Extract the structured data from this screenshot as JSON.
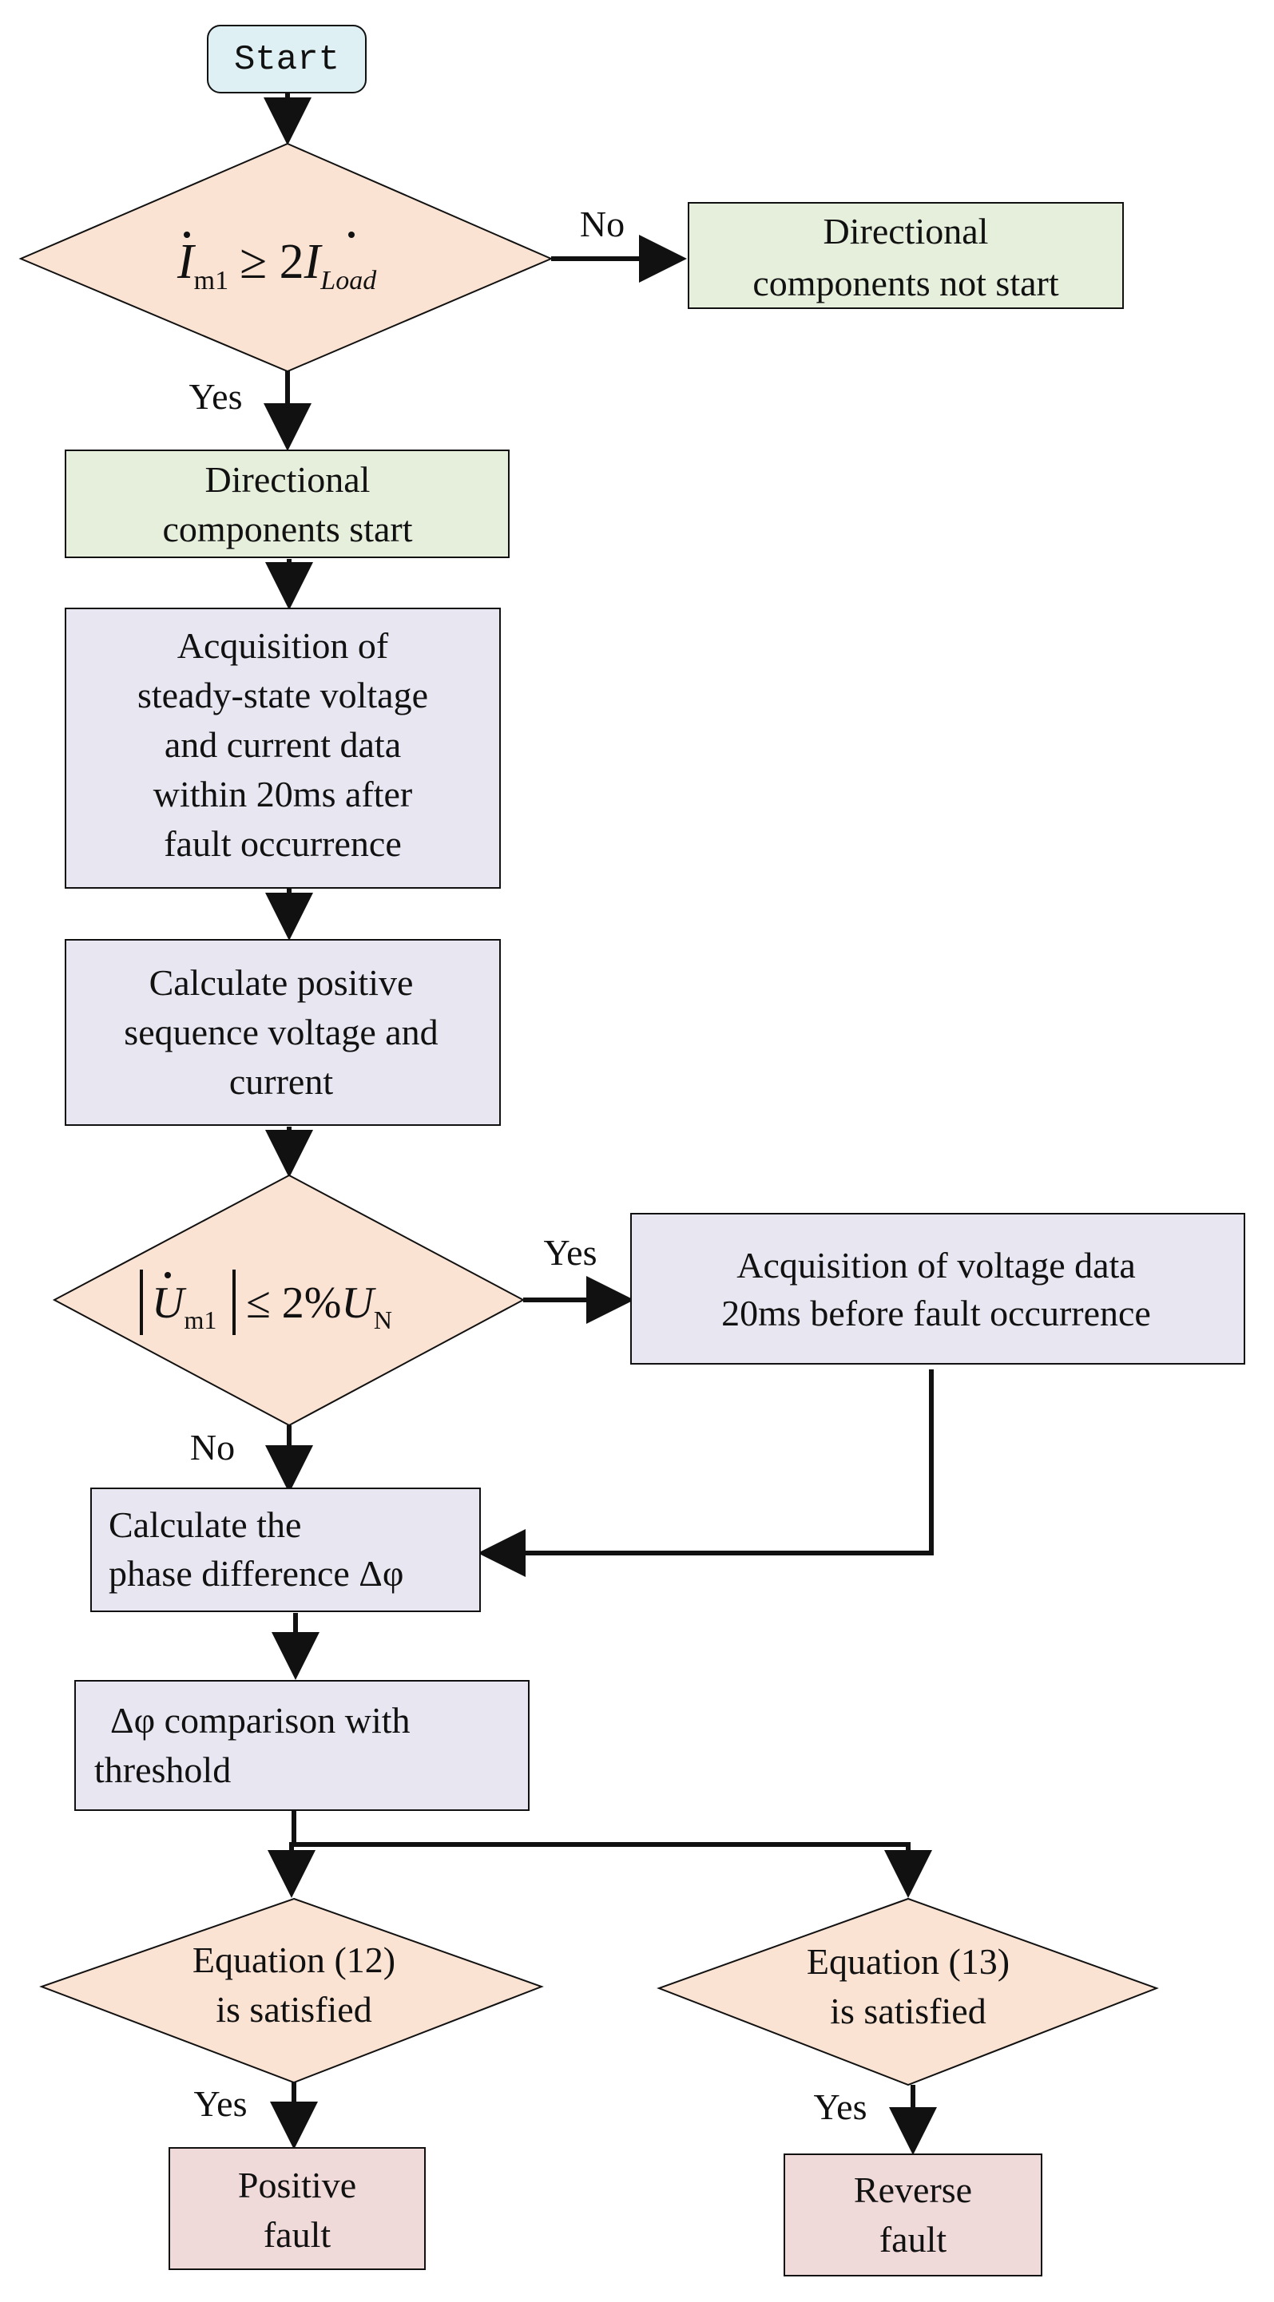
{
  "colors": {
    "terminal_fill": "#def0f4",
    "decision_fill": "#fbe3d3",
    "start_result_fill": "#e6efdc",
    "process_fill": "#e8e6f0",
    "fault_fill": "#f0d9d9",
    "line": "#111111"
  },
  "nodes": {
    "start": "Start",
    "d1": {
      "lhs": "I",
      "lhs_sub": "m1",
      "rel": "≥ 2",
      "rhs": "I",
      "rhs_sub": "Load"
    },
    "not_start": [
      "Directional",
      "components  not start"
    ],
    "comp_start": [
      "Directional",
      "components  start"
    ],
    "acq_steady": [
      "Acquisition of",
      "steady-state voltage",
      "and current data",
      "within 20ms after",
      "fault occurrence"
    ],
    "calc_pos": [
      "Calculate positive",
      "sequence voltage and",
      "current"
    ],
    "d2": {
      "var": "U",
      "sub": "m1",
      "rel": "≤ 2%",
      "un": "U",
      "un_sub": "N"
    },
    "acq_before": [
      "Acquisition of voltage data",
      "20ms before fault occurrence"
    ],
    "calc_phase": [
      "Calculate the",
      "phase difference Δφ"
    ],
    "compare": [
      "Δφ  comparison with",
      "threshold"
    ],
    "eq12": [
      "Equation (12)",
      "is satisfied"
    ],
    "eq13": [
      "Equation (13)",
      "is satisfied"
    ],
    "pos_fault": [
      "Positive",
      "fault"
    ],
    "rev_fault": [
      "Reverse",
      "fault"
    ]
  },
  "edge_labels": {
    "d1_no": "No",
    "d1_yes": "Yes",
    "d2_yes": "Yes",
    "d2_no": "No",
    "eq12_yes": "Yes",
    "eq13_yes": "Yes"
  }
}
